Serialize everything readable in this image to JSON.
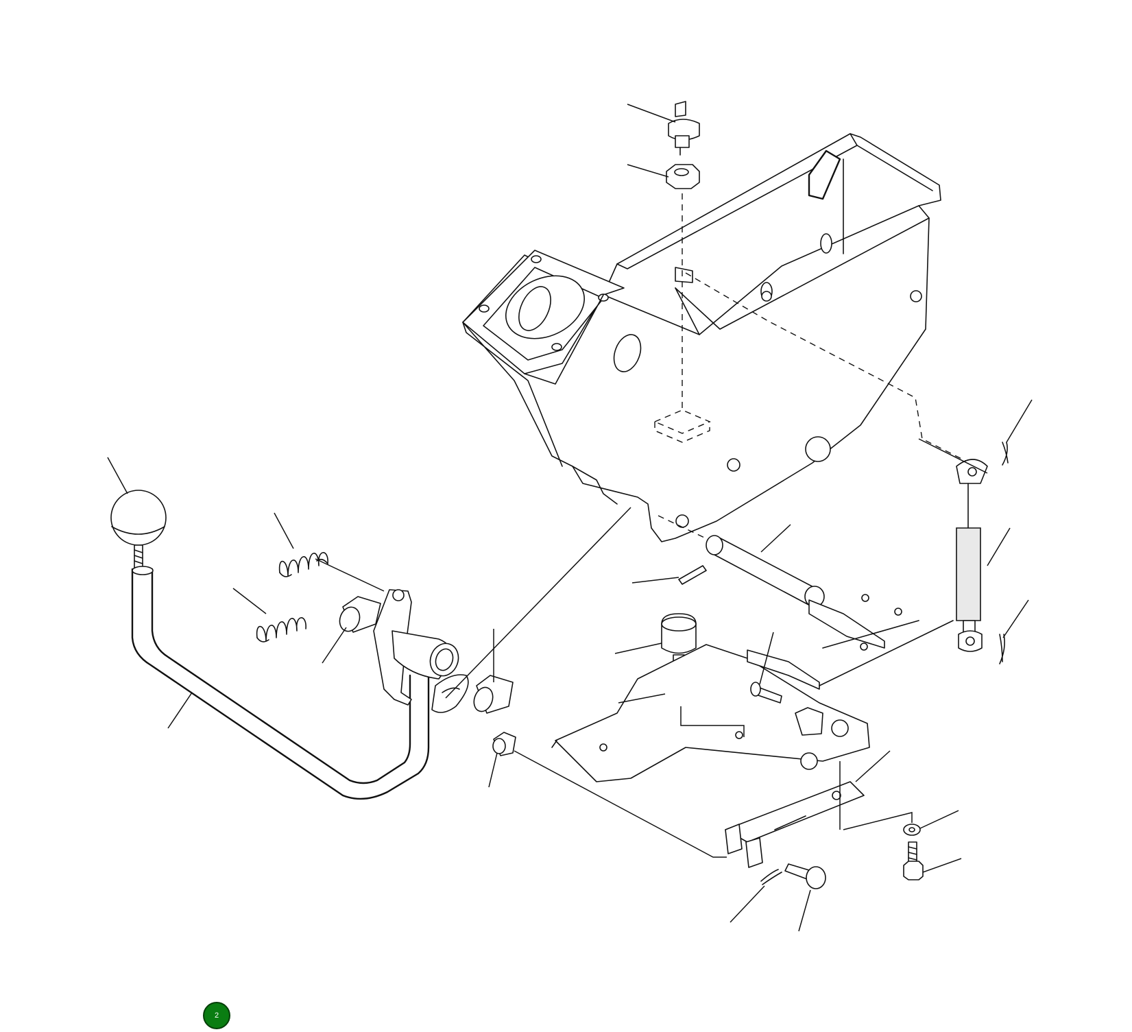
{
  "badge": {
    "label": "2",
    "color": "#0a7d12"
  },
  "icons": [
    "exploded-parts-diagram",
    "callout-badge"
  ]
}
